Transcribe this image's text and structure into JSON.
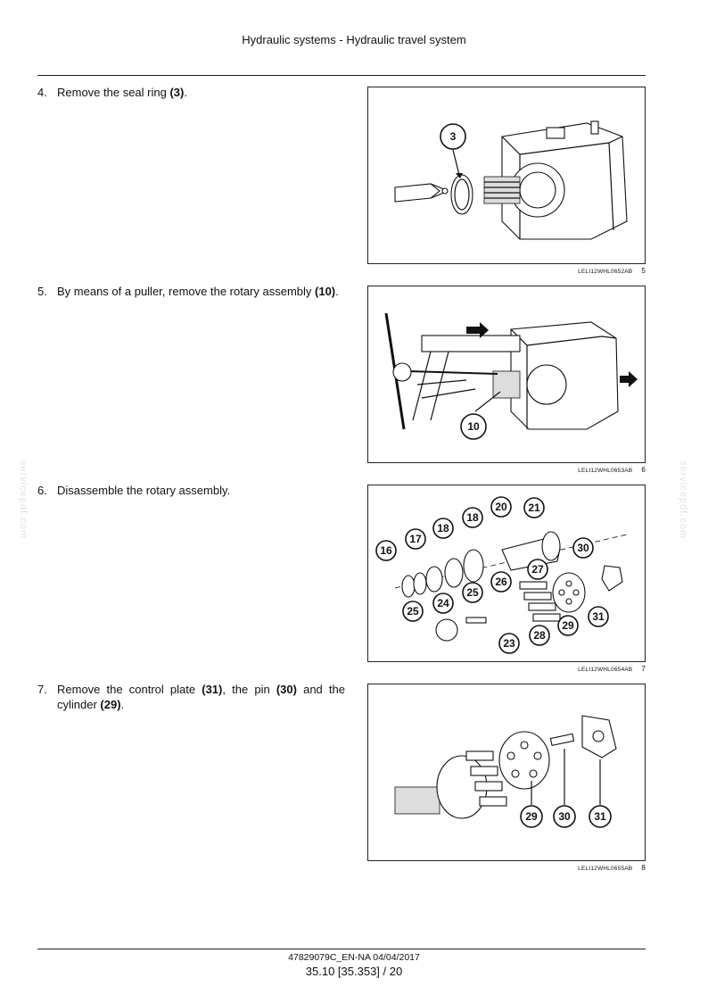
{
  "header": {
    "title": "Hydraulic systems - Hydraulic travel system"
  },
  "steps": [
    {
      "number": "4.",
      "pre": "Remove the seal ring ",
      "b1": "(3)",
      "mid1": ".",
      "b2": "",
      "mid2": "",
      "b3": "",
      "post": ""
    },
    {
      "number": "5.",
      "pre": "By means of a puller, remove the rotary assembly ",
      "b1": "(10)",
      "mid1": ".",
      "b2": "",
      "mid2": "",
      "b3": "",
      "post": ""
    },
    {
      "number": "6.",
      "pre": "Disassemble the rotary assembly.",
      "b1": "",
      "mid1": "",
      "b2": "",
      "mid2": "",
      "b3": "",
      "post": ""
    },
    {
      "number": "7.",
      "pre": "Remove the control plate ",
      "b1": "(31)",
      "mid1": ", the pin ",
      "b2": "(30)",
      "mid2": " and the cylinder ",
      "b3": "(29)",
      "post": "."
    }
  ],
  "figures": [
    {
      "code": "LELI12WHL0652AB",
      "number": "5",
      "callouts": [
        "3"
      ]
    },
    {
      "code": "LELI12WHL0653AB",
      "number": "6",
      "callouts": [
        "10"
      ]
    },
    {
      "code": "LELI12WHL0654AB",
      "number": "7",
      "callouts": [
        "16",
        "17",
        "18",
        "18",
        "20",
        "21",
        "30",
        "27",
        "26",
        "25",
        "24",
        "25",
        "23",
        "28",
        "29",
        "31"
      ]
    },
    {
      "code": "LELI12WHL0655AB",
      "number": "8",
      "callouts": [
        "29",
        "30",
        "31"
      ]
    }
  ],
  "watermark": "servicepdf.com",
  "footer": {
    "doc": "47829079C_EN-NA 04/04/2017",
    "page": "35.10 [35.353] / 20"
  }
}
